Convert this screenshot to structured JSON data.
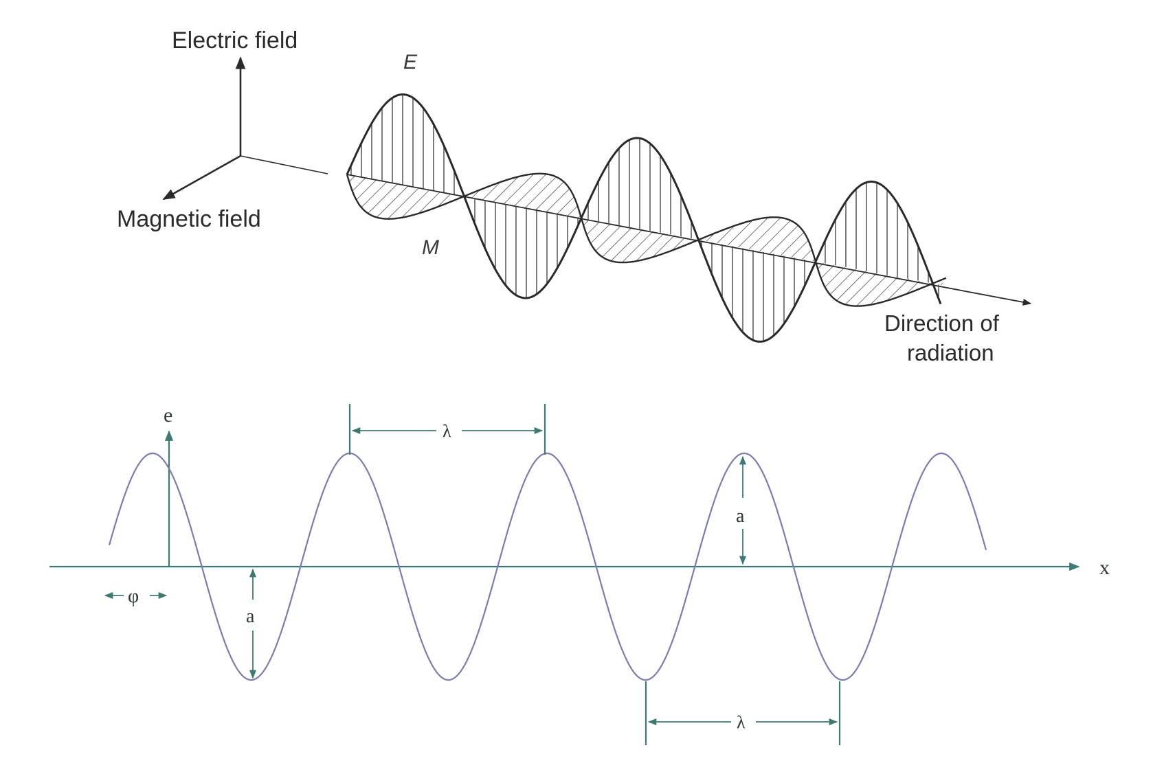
{
  "em_wave": {
    "axis_electric_label": "Electric field",
    "axis_magnetic_label": "Magnetic field",
    "e_label": "E",
    "m_label": "M",
    "direction_line1": "Direction of",
    "direction_line2": "radiation"
  },
  "sine_wave": {
    "e_axis_label": "e",
    "x_axis_label": "x",
    "wavelength_label": "λ",
    "amplitude_label": "a",
    "phase_label": "φ",
    "colors": {
      "curve": "#7b7cb2",
      "axes": "#3d7a74"
    }
  }
}
